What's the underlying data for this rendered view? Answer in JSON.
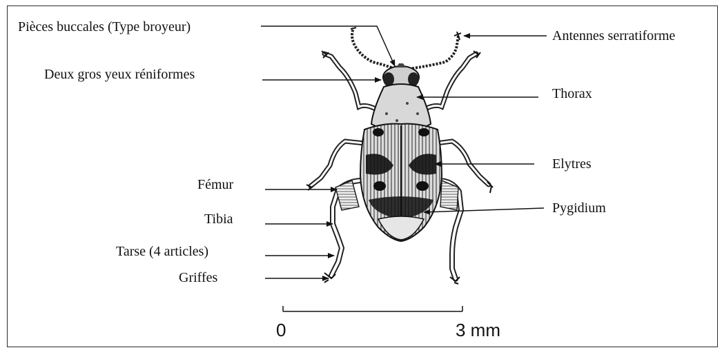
{
  "labels": {
    "pieces_buccales": "Pièces buccales (Type broyeur)",
    "yeux": "Deux gros yeux réniformes",
    "femur": "Fémur",
    "tibia": "Tibia",
    "tarse": "Tarse (4 articles)",
    "griffes": "Griffes",
    "antennes": "Antennes serratiforme",
    "thorax": "Thorax",
    "elytres": "Elytres",
    "pygidium": "Pygidium"
  },
  "scale_bar": {
    "start": "0",
    "end": "3 mm"
  }
}
